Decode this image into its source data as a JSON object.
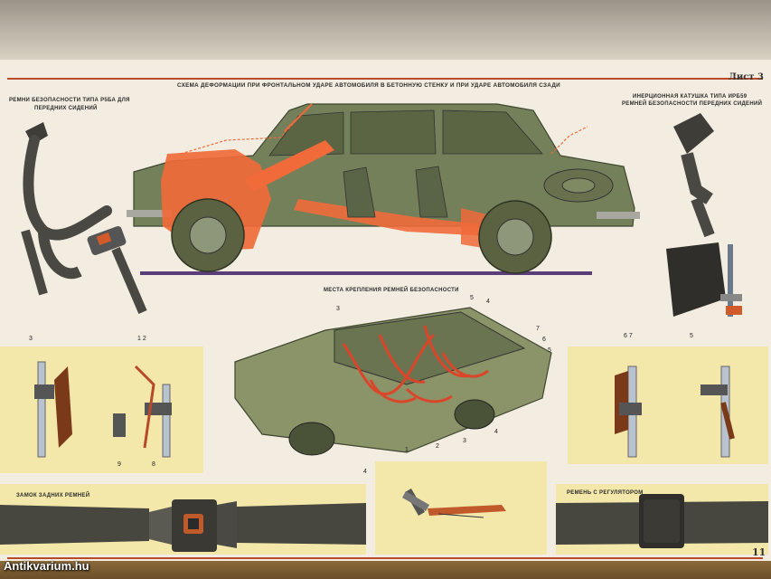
{
  "sheet": {
    "title": "СХЕМА ДЕФОРМАЦИИ ПРИ ФРОНТАЛЬНОМ УДАРЕ АВТОМОБИЛЯ В БЕТОННУЮ СТЕНКУ И ПРИ УДАРЕ АВТОМОБИЛЯ СЗАДИ",
    "sheet_label": "Лист 3",
    "page_number": "11"
  },
  "left_caption": {
    "line1": "РЕМНИ БЕЗОПАСНОСТИ ТИПА Р5БА ДЛЯ",
    "line2": "ПЕРЕДНИХ СИДЕНИЙ"
  },
  "right_caption": {
    "line1": "ИНЕРЦИОННАЯ КАТУШКА ТИПА ИРБ59",
    "line2": "РЕМНЕЙ БЕЗОПАСНОСТИ ПЕРЕДНИХ СИДЕНИЙ"
  },
  "center_caption": "МЕСТА КРЕПЛЕНИЯ РЕМНЕЙ БЕЗОПАСНОСТИ",
  "bottom_left_caption": "ЗАМОК ЗАДНИХ РЕМНЕЙ",
  "bottom_right_caption": "РЕМЕНЬ С РЕГУЛЯТОРОМ",
  "callouts": {
    "left_panel": [
      "3",
      "1 2",
      "9",
      "8"
    ],
    "right_panel": [
      "6 7",
      "5"
    ],
    "car": [
      "3",
      "5",
      "4",
      "7",
      "6",
      "5",
      "1",
      "2",
      "3",
      "4"
    ],
    "buckle": "4"
  },
  "watermark": "Antikvarium.hu",
  "colors": {
    "paper": "#f2ede0",
    "panel": "#f3e7a9",
    "car_green": "#6f7a55",
    "deformation": "#f06a3a",
    "rule": "#b84a2a"
  }
}
